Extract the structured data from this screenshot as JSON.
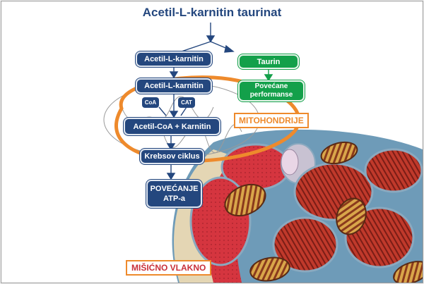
{
  "title": "Acetil-L-karnitin taurinat",
  "nodes": {
    "alc": "Acetil-L-karnitin",
    "alc_mito": "Acetil-L-karnitin",
    "coa": "CoA",
    "cat": "CAT",
    "acetyl_coa": "Acetil-CoA + Karnitin",
    "krebs": "Krebsov ciklus",
    "atp_line1": "POVEĆANJE",
    "atp_line2": "ATP-a",
    "taurine": "Taurin",
    "performance_line1": "Povećane",
    "performance_line2": "performanse"
  },
  "labels": {
    "mitochondria": "MITOHONDRIJE",
    "muscle_fiber": "MIŠIĆNO VLAKNO"
  },
  "colors": {
    "navy": "#24477e",
    "green": "#13a04a",
    "orange": "#ee8a2c",
    "muscle_red": "#c8303a",
    "muscle_blue": "#6e9bb8"
  }
}
